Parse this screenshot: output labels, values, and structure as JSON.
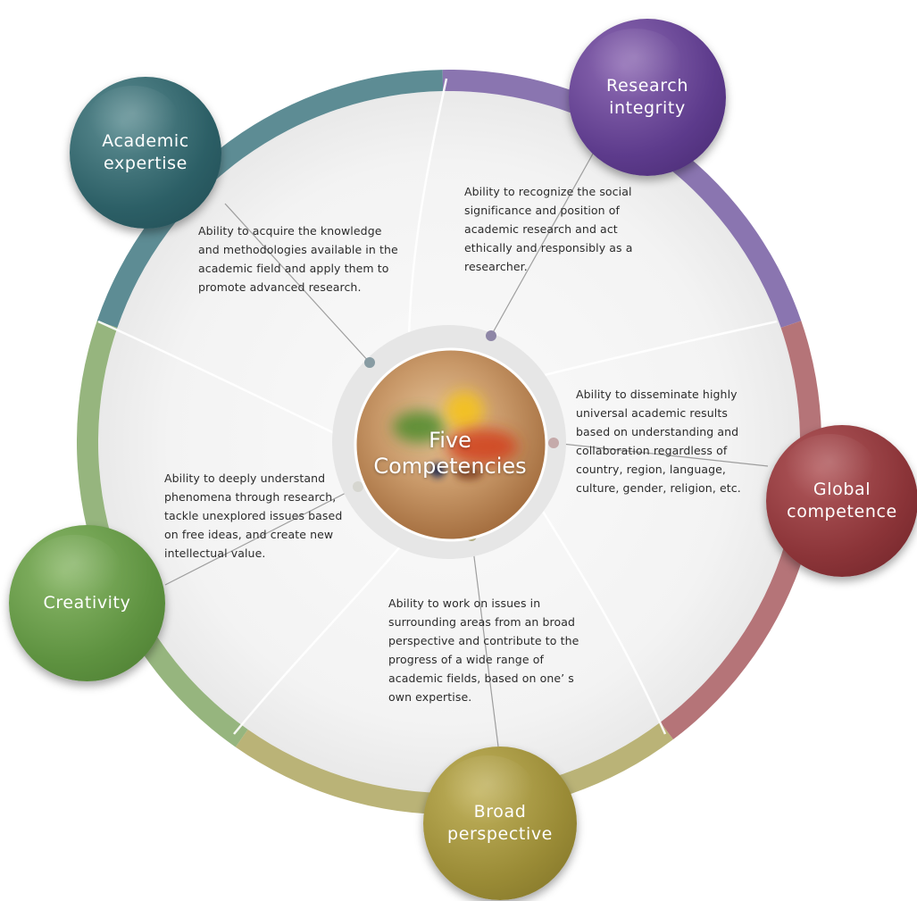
{
  "center": {
    "title": "Five\nCompetencies"
  },
  "competencies": [
    {
      "key": "expertise",
      "name": "Academic\nexpertise",
      "description": "Ability to acquire the knowledge and methodologies available in the academic field and apply them to promote advanced research.",
      "color": "#2c5f66",
      "ring_color": "#5d8c94"
    },
    {
      "key": "integrity",
      "name": "Research\nintegrity",
      "description": "Ability to recognize the social significance and position of academic research and act ethically and responsibly as a researcher.",
      "color": "#5d3b8c",
      "ring_color": "#8a75b0"
    },
    {
      "key": "global",
      "name": "Global\ncompetence",
      "description": "Ability to disseminate highly universal academic results based on understanding and collaboration regardless of country, region, language, culture, gender, religion, etc.",
      "color": "#8b3438",
      "ring_color": "#b57478"
    },
    {
      "key": "broad",
      "name": "Broad\nperspective",
      "description": "Ability to work on issues in surrounding areas from an broad perspective and contribute to the progress of a wide range of academic fields, based on one’ s own expertise.",
      "color": "#9a8b36",
      "ring_color": "#bab377"
    },
    {
      "key": "creativity",
      "name": "Creativity",
      "description": "Ability to deeply understand phenomena through research, tackle unexplored issues based on free ideas, and create new intellectual value.",
      "color": "#5e9240",
      "ring_color": "#96b57e"
    }
  ]
}
